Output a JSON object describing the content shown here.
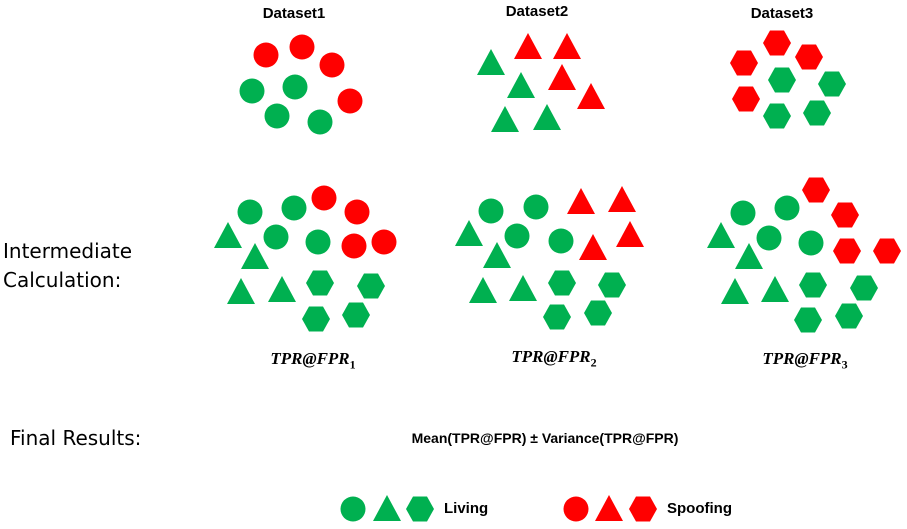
{
  "colors": {
    "living": "#00b050",
    "spoofing": "#ff0000"
  },
  "datasets": [
    {
      "title": "Dataset1",
      "metric_base": "TPR@FPR",
      "metric_sub": "1"
    },
    {
      "title": "Dataset2",
      "metric_base": "TPR@FPR",
      "metric_sub": "2"
    },
    {
      "title": "Dataset3",
      "metric_base": "TPR@FPR",
      "metric_sub": "3"
    }
  ],
  "labels": {
    "intermediate_line1": "Intermediate",
    "intermediate_line2": "Calculation:",
    "final": "Final Results:",
    "final_formula": "Mean(TPR@FPR) ± Variance(TPR@FPR)"
  },
  "legend": {
    "living": "Living",
    "spoofing": "Spoofing"
  },
  "shape_types": [
    "circle",
    "triangle",
    "hexagon"
  ]
}
